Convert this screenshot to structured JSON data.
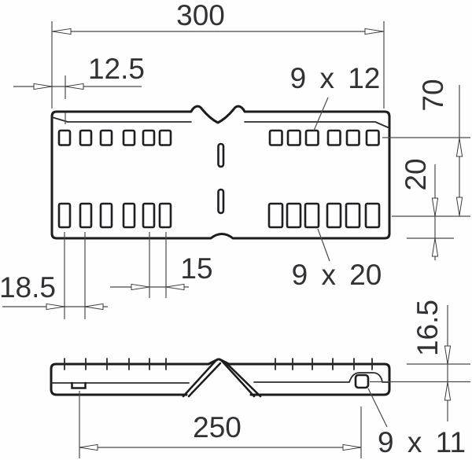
{
  "drawing": {
    "type": "technical-dimension-drawing",
    "views": [
      "top-view-plate",
      "side-view-profile"
    ],
    "labels": {
      "total_length": "300",
      "end_offset": "12.5",
      "top_slots": "9 x 12",
      "row_spacing": "70",
      "row_to_edge": "20",
      "bottom_slots": "9 x 20",
      "pitch_wide": "18.5",
      "pitch_narrow": "15",
      "slot_distance": "250",
      "side_height": "16.5",
      "side_slots": "9 x 11"
    },
    "colors": {
      "line": "#1c1c1e",
      "dim": "#4a4a4e",
      "text": "#323236",
      "background": "#fefefe"
    }
  }
}
